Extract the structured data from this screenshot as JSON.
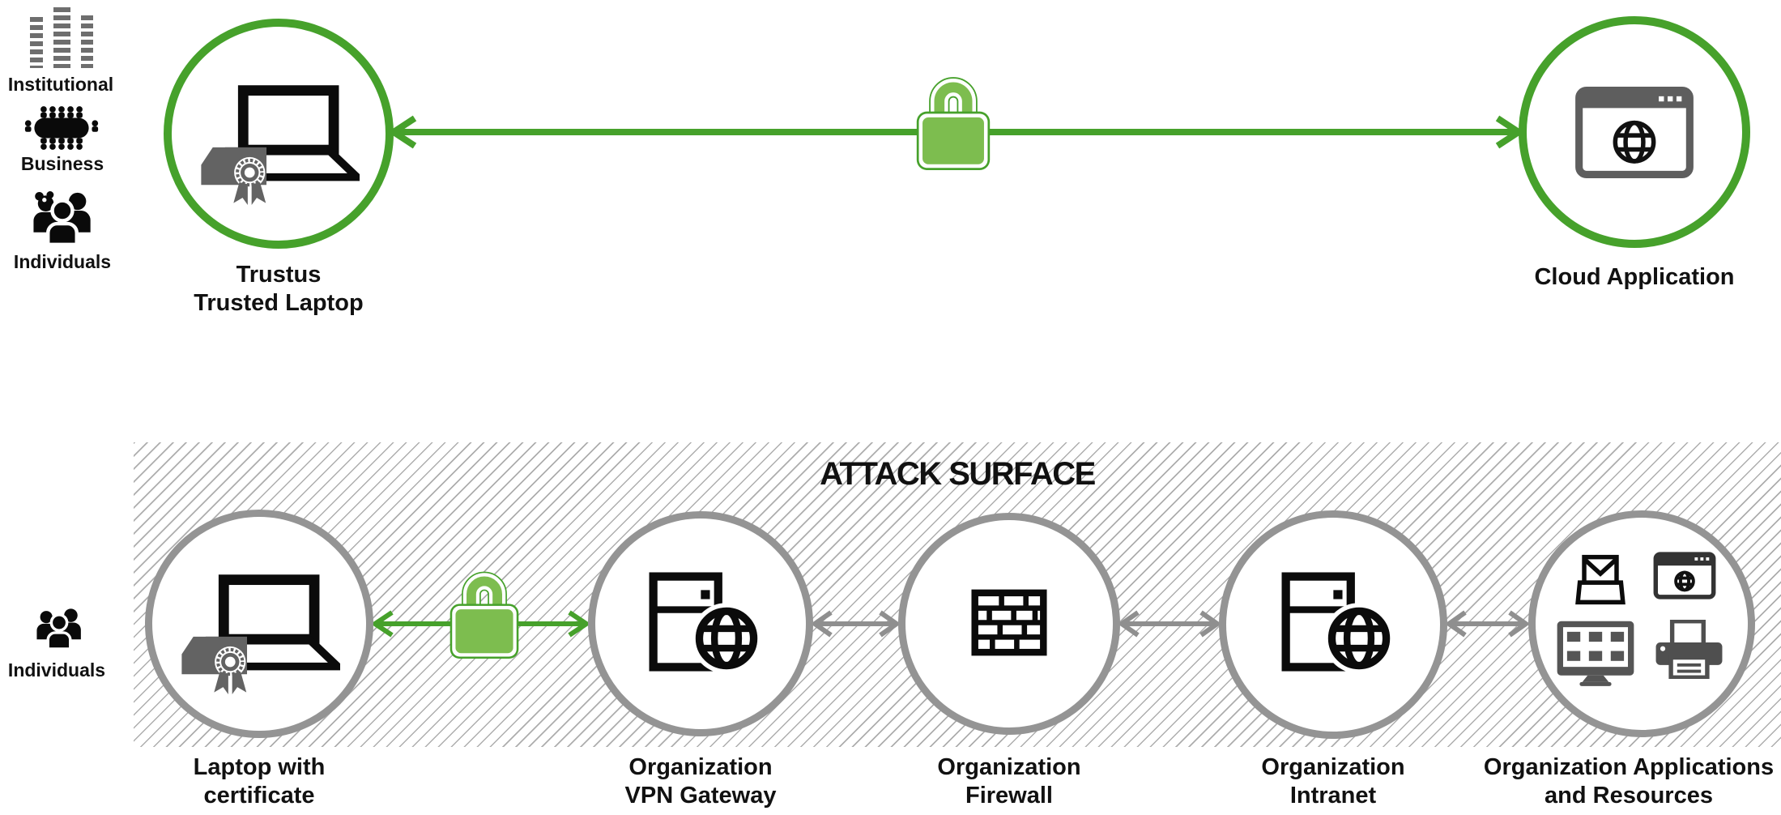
{
  "colors": {
    "accent_green": "#46a12b",
    "lock_green": "#7dbd4f",
    "node_border_gray": "#949494",
    "icon_dark_gray": "#555555",
    "icon_mid_gray": "#6e6e6e",
    "text": "#111111"
  },
  "top": {
    "audience": [
      {
        "icon": "buildings-icon",
        "label": "Institutional"
      },
      {
        "icon": "meeting-table-icon",
        "label": "Business"
      },
      {
        "icon": "people-group-icon",
        "label": "Individuals"
      }
    ],
    "laptop_node": {
      "icon": "laptop-certificate-icon",
      "line1": "Trustus",
      "line2": "Trusted Laptop"
    },
    "cloud_node": {
      "icon": "browser-globe-icon",
      "label": "Cloud Application"
    },
    "connection": {
      "icon": "padlock-icon"
    }
  },
  "bottom": {
    "title": "ATTACK SURFACE",
    "audience": [
      {
        "icon": "people-group-icon",
        "label": "Individuals"
      }
    ],
    "nodes": [
      {
        "icon": "laptop-certificate-icon",
        "line1": "Laptop with",
        "line2": "certificate"
      },
      {
        "icon": "server-globe-icon",
        "line1": "Organization",
        "line2": "VPN Gateway"
      },
      {
        "icon": "firewall-icon",
        "line1": "Organization",
        "line2": "Firewall"
      },
      {
        "icon": "server-globe-icon",
        "line1": "Organization",
        "line2": "Intranet"
      },
      {
        "icon": "apps-resources-icons",
        "line1": "Organization Applications",
        "line2": "and Resources"
      }
    ],
    "connection": {
      "icon": "padlock-icon"
    }
  }
}
